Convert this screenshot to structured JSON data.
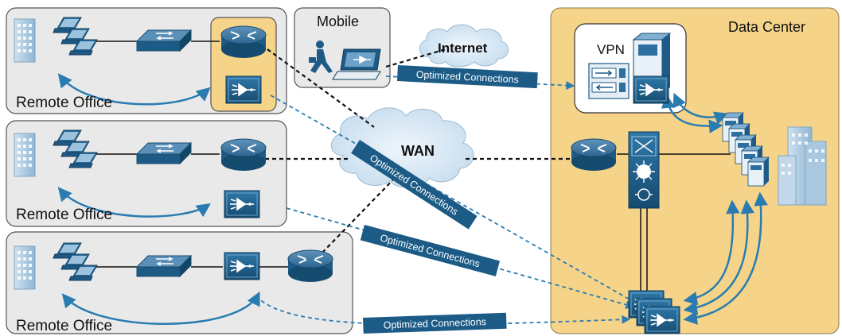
{
  "regions": {
    "remote_office_label": "Remote Office",
    "mobile_label": "Mobile",
    "data_center_label": "Data Center",
    "vpn_label": "VPN"
  },
  "clouds": {
    "internet_label": "Internet",
    "wan_label": "WAN"
  },
  "connection_label": "Optimized Connections",
  "colors": {
    "office_fill": "#e9e9e9",
    "data_center_fill": "#f5d48a",
    "highlight_fill": "#f5d48a",
    "device_blue": "#1b5b86",
    "arrow_blue": "#2a7cb0",
    "cloud_fill": "#dbe9f4"
  },
  "icons": [
    "building-icon",
    "workstation-icon",
    "switch-icon",
    "router-icon",
    "wan-optimizer-icon",
    "mobile-user-icon",
    "laptop-icon",
    "vpn-concentrator-icon",
    "server-stack-icon",
    "multilayer-switch-icon",
    "server-farm-icon",
    "cloud-icon"
  ]
}
